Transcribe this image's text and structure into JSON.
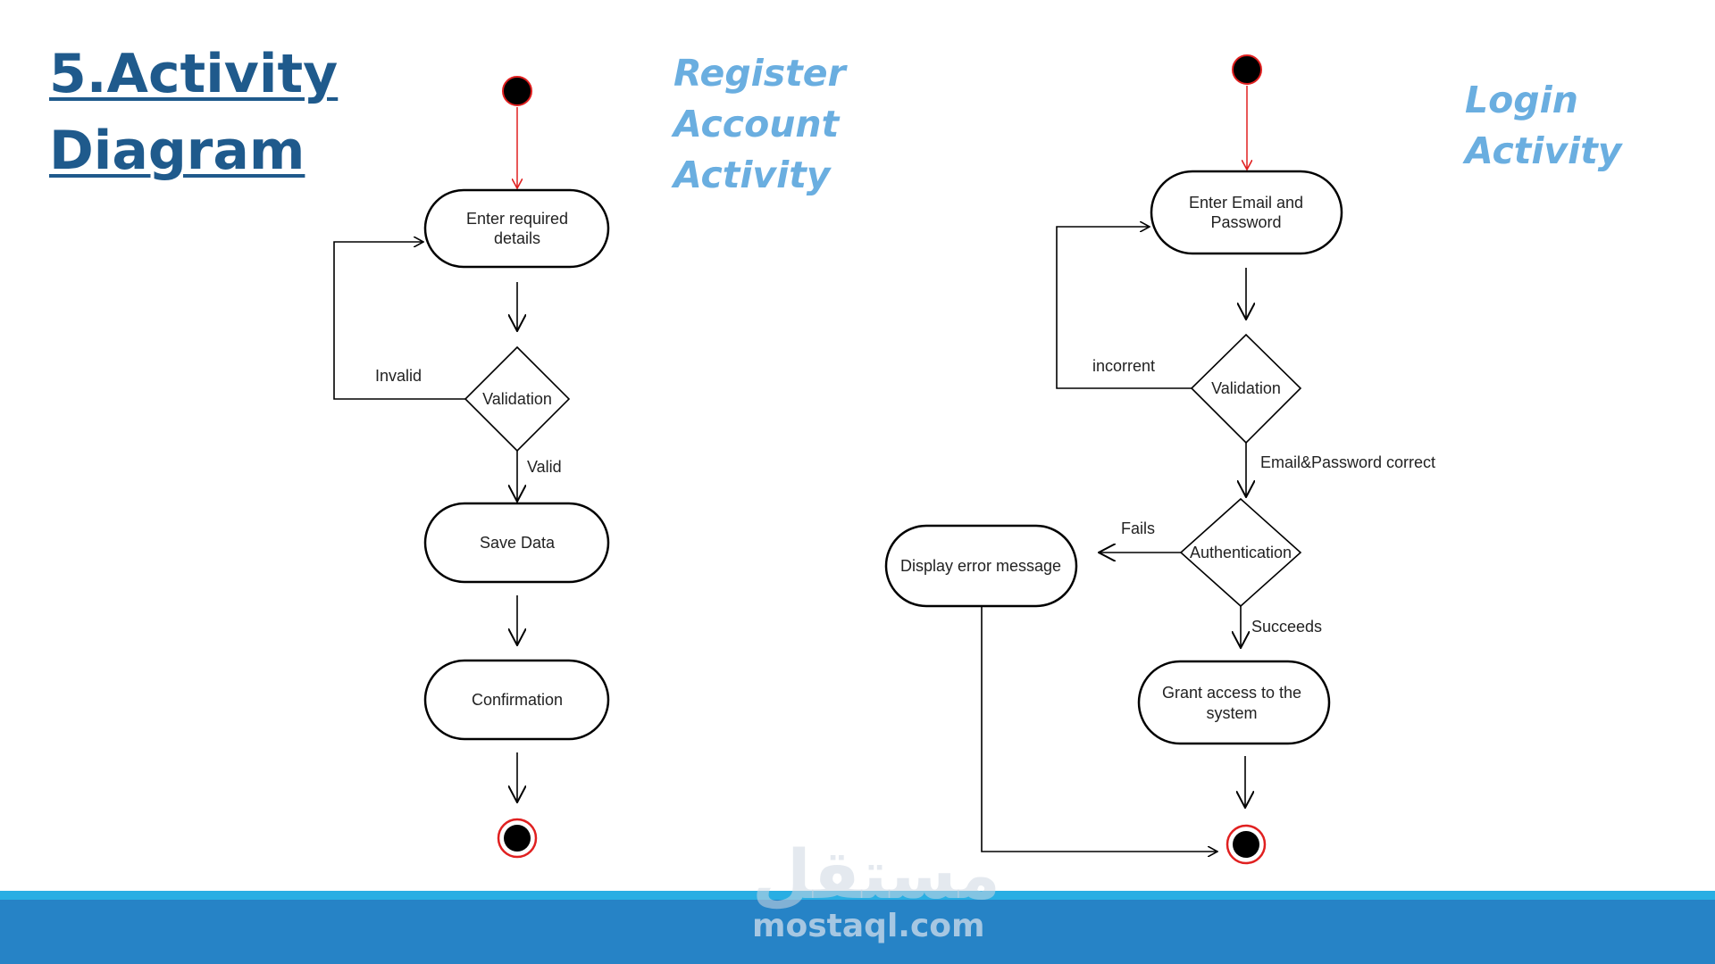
{
  "slide": {
    "title_line1": "5.Activity",
    "title_line2": "Diagram"
  },
  "register_diagram": {
    "caption_lines": [
      "Register",
      "Account",
      "Activity"
    ],
    "nodes": {
      "enter_details": [
        "Enter required",
        "details"
      ],
      "validation": "Validation",
      "save_data": "Save Data",
      "confirmation": "Confirmation"
    },
    "edge_labels": {
      "invalid": "Invalid",
      "valid": "Valid"
    }
  },
  "login_diagram": {
    "caption_lines": [
      "Login",
      "Activity"
    ],
    "nodes": {
      "enter_credentials": [
        "Enter Email and",
        "Password"
      ],
      "validation": "Validation",
      "authentication": "Authentication",
      "display_error": "Display error message",
      "grant_access": [
        "Grant access to the",
        "system"
      ]
    },
    "edge_labels": {
      "incorrect": "incorrent",
      "correct": "Email&Password correct",
      "fails": "Fails",
      "succeeds": "Succeeds"
    }
  },
  "watermark": {
    "arabic": "مستقل",
    "latin": "mostaql.com"
  },
  "colors": {
    "title": "#1f5a8c",
    "caption": "#6aaee0",
    "start_arrow": "#e02020",
    "end_ring": "#e02020",
    "footer_band": "#2683c6",
    "footer_topline": "#29aee3"
  }
}
